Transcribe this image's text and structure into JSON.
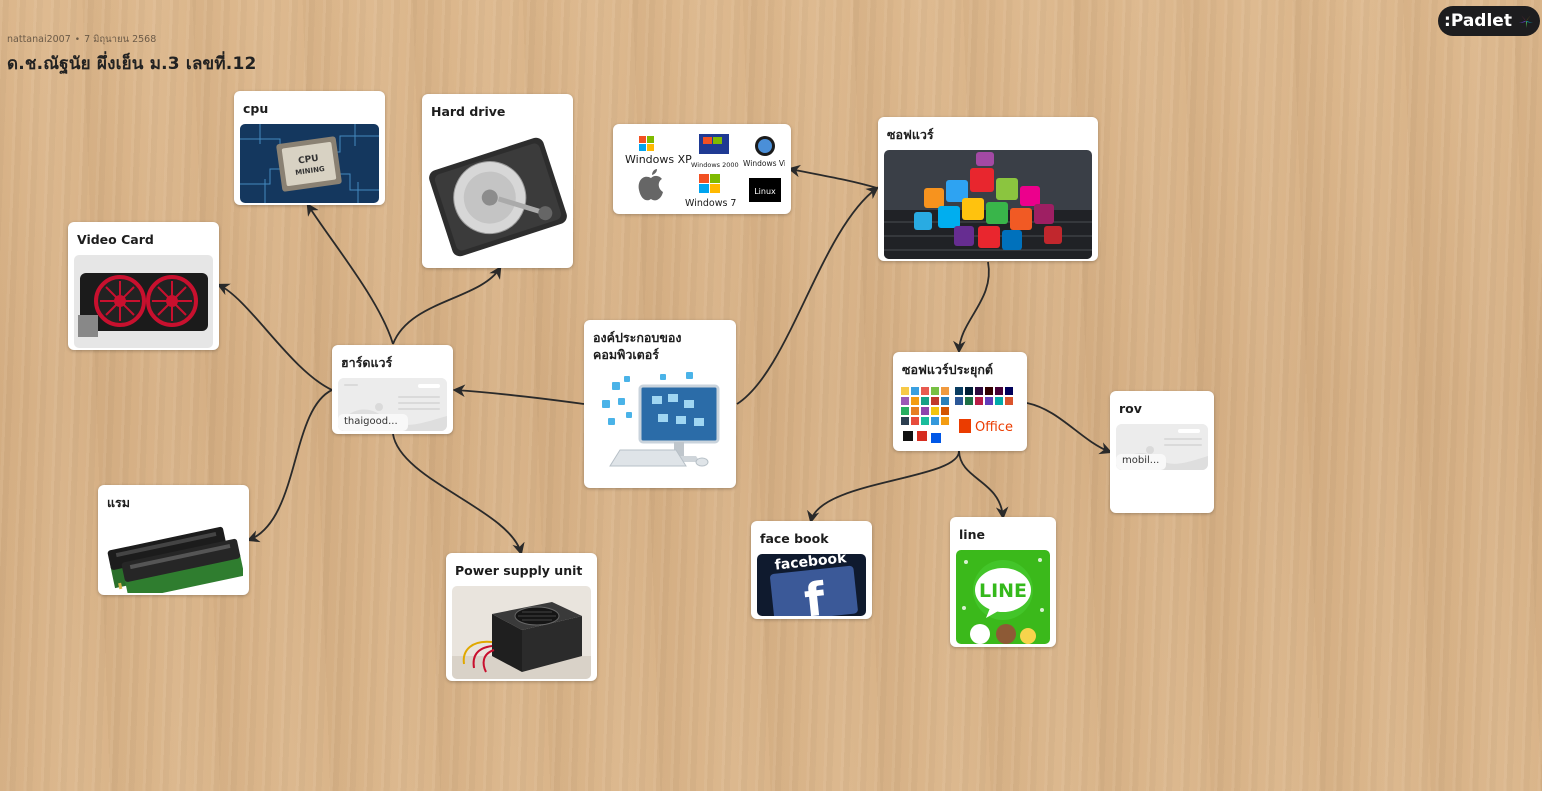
{
  "board": {
    "author": "nattanai2007",
    "separator": "•",
    "date": "7 มิถุนายน 2568",
    "title": "ด.ช.ณัฐนัย ผึ่งเย็น ม.3 เลขที่.12"
  },
  "brand": {
    "name": ":Padlet"
  },
  "cards": {
    "cpu": {
      "title": "cpu",
      "image_text": "CPU MINING"
    },
    "harddrive": {
      "title": "Hard drive"
    },
    "os": {
      "labels": [
        "Windows XP",
        "Windows 2000",
        "Windows Vista",
        "Windows 7",
        "Linux"
      ]
    },
    "software": {
      "title": "ซอฟแวร์"
    },
    "videocard": {
      "title": "Video Card"
    },
    "hardware": {
      "title": "ฮาร์ดแวร์",
      "link_label": "thaigood..."
    },
    "components": {
      "title": "องค์ประกอบของคอมพิวเตอร์"
    },
    "appsoftware": {
      "title": "ซอฟแวร์ประยุกต์",
      "image_text": "Office"
    },
    "rov": {
      "title": "rov",
      "link_label": "mobil..."
    },
    "ram": {
      "title": "แรม"
    },
    "psu": {
      "title": "Power supply unit"
    },
    "facebook": {
      "title": "face book",
      "image_text": "facebook"
    },
    "line": {
      "title": "line",
      "image_text": "LINE"
    }
  },
  "colors": {
    "connector": "#2a2a2a",
    "board_bg": "#d9b488",
    "card_bg": "#ffffff",
    "facebook_blue": "#3b5998",
    "line_green": "#35b91b"
  }
}
